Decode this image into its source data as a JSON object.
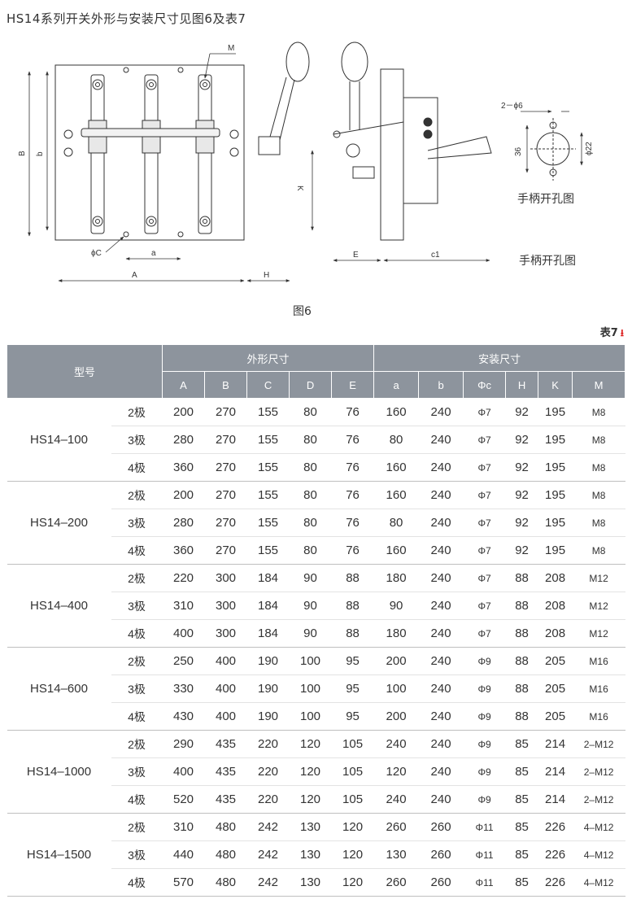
{
  "heading": "HS14系列开关外形与安装尺寸见图6及表7",
  "figure": {
    "caption": "图6",
    "labels": {
      "M": "M",
      "B": "B",
      "b": "b",
      "phiC": "ϕC",
      "a": "a",
      "A": "A",
      "H": "H",
      "K": "K",
      "E": "E",
      "c1": "c1",
      "two_phi6": "2－ϕ6",
      "d36": "36",
      "phi22": "ϕ22"
    },
    "handle_hole_title_1": "手柄开孔图",
    "handle_hole_title_2": "手柄开孔图"
  },
  "table": {
    "caption": "表7",
    "header": {
      "model": "型号",
      "outline": "外形尺寸",
      "install": "安装尺寸",
      "columns": [
        "A",
        "B",
        "C",
        "D",
        "E",
        "a",
        "b",
        "Φc",
        "H",
        "K",
        "M"
      ]
    },
    "groups": [
      {
        "model": "HS14–100",
        "rows": [
          {
            "pole": "2极",
            "cells": [
              "200",
              "270",
              "155",
              "80",
              "76",
              "160",
              "240",
              "Φ7",
              "92",
              "195",
              "M8"
            ]
          },
          {
            "pole": "3极",
            "cells": [
              "280",
              "270",
              "155",
              "80",
              "76",
              "80",
              "240",
              "Φ7",
              "92",
              "195",
              "M8"
            ]
          },
          {
            "pole": "4极",
            "cells": [
              "360",
              "270",
              "155",
              "80",
              "76",
              "160",
              "240",
              "Φ7",
              "92",
              "195",
              "M8"
            ]
          }
        ]
      },
      {
        "model": "HS14–200",
        "rows": [
          {
            "pole": "2极",
            "cells": [
              "200",
              "270",
              "155",
              "80",
              "76",
              "160",
              "240",
              "Φ7",
              "92",
              "195",
              "M8"
            ]
          },
          {
            "pole": "3极",
            "cells": [
              "280",
              "270",
              "155",
              "80",
              "76",
              "80",
              "240",
              "Φ7",
              "92",
              "195",
              "M8"
            ]
          },
          {
            "pole": "4极",
            "cells": [
              "360",
              "270",
              "155",
              "80",
              "76",
              "160",
              "240",
              "Φ7",
              "92",
              "195",
              "M8"
            ]
          }
        ]
      },
      {
        "model": "HS14–400",
        "rows": [
          {
            "pole": "2极",
            "cells": [
              "220",
              "300",
              "184",
              "90",
              "88",
              "180",
              "240",
              "Φ7",
              "88",
              "208",
              "M12"
            ]
          },
          {
            "pole": "3极",
            "cells": [
              "310",
              "300",
              "184",
              "90",
              "88",
              "90",
              "240",
              "Φ7",
              "88",
              "208",
              "M12"
            ]
          },
          {
            "pole": "4极",
            "cells": [
              "400",
              "300",
              "184",
              "90",
              "88",
              "180",
              "240",
              "Φ7",
              "88",
              "208",
              "M12"
            ]
          }
        ]
      },
      {
        "model": "HS14–600",
        "rows": [
          {
            "pole": "2极",
            "cells": [
              "250",
              "400",
              "190",
              "100",
              "95",
              "200",
              "240",
              "Φ9",
              "88",
              "205",
              "M16"
            ]
          },
          {
            "pole": "3极",
            "cells": [
              "330",
              "400",
              "190",
              "100",
              "95",
              "100",
              "240",
              "Φ9",
              "88",
              "205",
              "M16"
            ]
          },
          {
            "pole": "4极",
            "cells": [
              "430",
              "400",
              "190",
              "100",
              "95",
              "200",
              "240",
              "Φ9",
              "88",
              "205",
              "M16"
            ]
          }
        ]
      },
      {
        "model": "HS14–1000",
        "rows": [
          {
            "pole": "2极",
            "cells": [
              "290",
              "435",
              "220",
              "120",
              "105",
              "240",
              "240",
              "Φ9",
              "85",
              "214",
              "2–M12"
            ]
          },
          {
            "pole": "3极",
            "cells": [
              "400",
              "435",
              "220",
              "120",
              "105",
              "120",
              "240",
              "Φ9",
              "85",
              "214",
              "2–M12"
            ]
          },
          {
            "pole": "4极",
            "cells": [
              "520",
              "435",
              "220",
              "120",
              "105",
              "240",
              "240",
              "Φ9",
              "85",
              "214",
              "2–M12"
            ]
          }
        ]
      },
      {
        "model": "HS14–1500",
        "rows": [
          {
            "pole": "2极",
            "cells": [
              "310",
              "480",
              "242",
              "130",
              "120",
              "260",
              "260",
              "Φ11",
              "85",
              "226",
              "4–M12"
            ]
          },
          {
            "pole": "3极",
            "cells": [
              "440",
              "480",
              "242",
              "130",
              "120",
              "130",
              "260",
              "Φ11",
              "85",
              "226",
              "4–M12"
            ]
          },
          {
            "pole": "4极",
            "cells": [
              "570",
              "480",
              "242",
              "130",
              "120",
              "260",
              "260",
              "Φ11",
              "85",
              "226",
              "4–M12"
            ]
          }
        ]
      }
    ]
  }
}
